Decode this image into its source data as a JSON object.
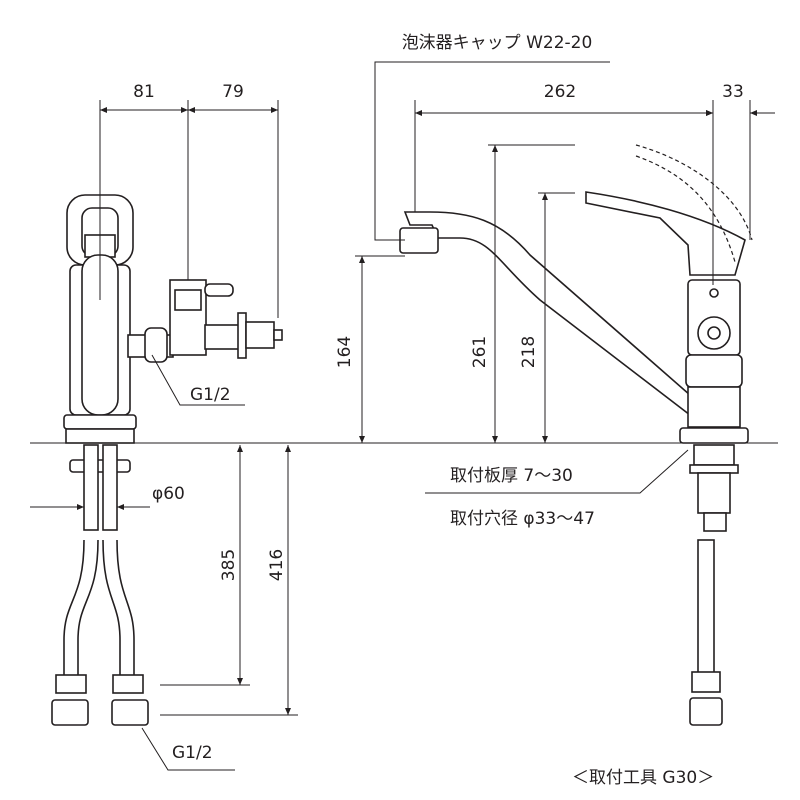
{
  "title": "Faucet dimension drawing",
  "labels": {
    "aerator_cap": "泡沫器キャップ W22-20",
    "mount_thickness": "取付板厚 7～30",
    "mount_hole": "取付穴径 φ33～47",
    "tool": "＜取付工具 G30＞",
    "thread_valve": "G1/2",
    "thread_hose": "G1/2",
    "diameter_base": "φ60"
  },
  "dimensions": {
    "d81": "81",
    "d79": "79",
    "d262": "262",
    "d33": "33",
    "d164": "164",
    "d261": "261",
    "d218": "218",
    "d385": "385",
    "d416": "416"
  }
}
